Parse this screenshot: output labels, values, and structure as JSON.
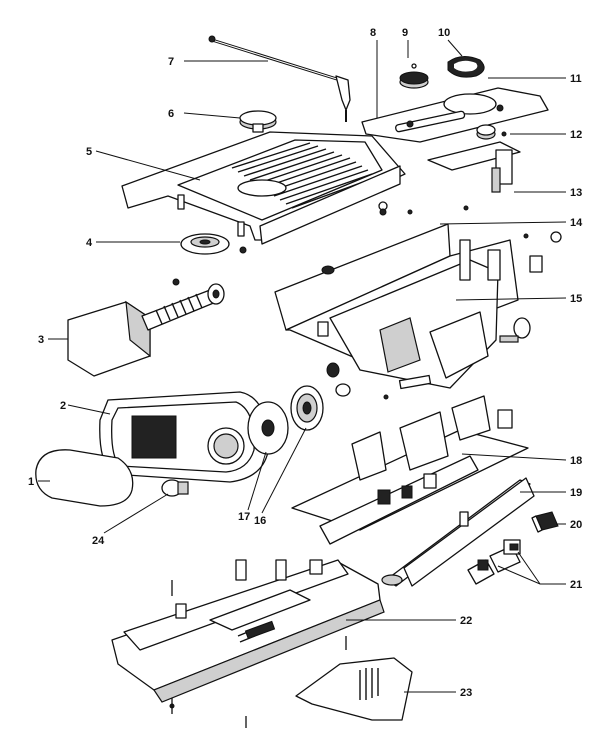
{
  "labels": {
    "p1": "1",
    "p2": "2",
    "p3": "3",
    "p4": "4",
    "p5": "5",
    "p6": "6",
    "p7": "7",
    "p8": "8",
    "p9": "9",
    "p10": "10",
    "p11": "11",
    "p12": "12",
    "p13": "13",
    "p14": "14",
    "p15": "15",
    "p16": "16",
    "p17": "17",
    "p18": "18",
    "p19": "19",
    "p20": "20",
    "p21": "21",
    "p22": "22",
    "p23": "23",
    "p24": "24"
  }
}
